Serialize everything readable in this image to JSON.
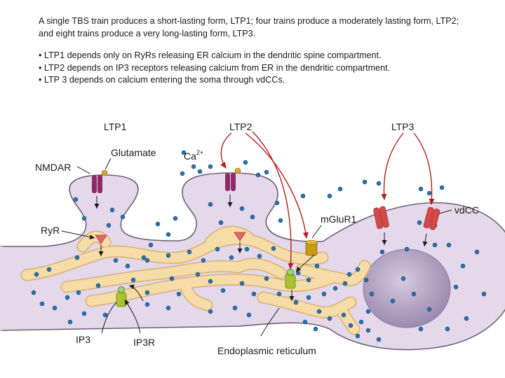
{
  "intro": "A single TBS train produces a short-lasting form, LTP1; four trains produce a moderately lasting form, LTP2; and eight trains produce a very long-lasting form, LTP3.",
  "bullets": [
    "• LTP1 depends only on RyRs releasing ER calcium in the dendritic spine compartment.",
    "• LTP2 depends on IP3 receptors releasing calcium from ER in the dendritic compartment.",
    "• LTP 3 depends on calcium entering the soma through vdCCs."
  ],
  "diagram": {
    "labels": {
      "ltp1": "LTP1",
      "ltp2": "LTP2",
      "ltp3": "LTP3",
      "glutamate": "Glutamate",
      "ca": "Ca",
      "ca_sup": "2+",
      "nmdar": "NMDAR",
      "ryr": "RyR",
      "mglur1": "mGluR1",
      "vdcc": "vdCC",
      "ip3": "IP3",
      "ip3r": "IP3R",
      "er": "Endoplasmic reticulum"
    },
    "colors": {
      "cytoplasm": "#e4d8ea",
      "membrane": "#6e5f78",
      "nucleus": "#b7a6c5",
      "er_fill": "#f6dca6",
      "er_stroke": "#d7b173",
      "calcium": "#2a73b4",
      "nmdar": "#8e2a66",
      "vdcc": "#d84848",
      "mglur": "#c99a14",
      "ip3r": "#a9c22f",
      "arrow": "#b31d1d"
    }
  }
}
